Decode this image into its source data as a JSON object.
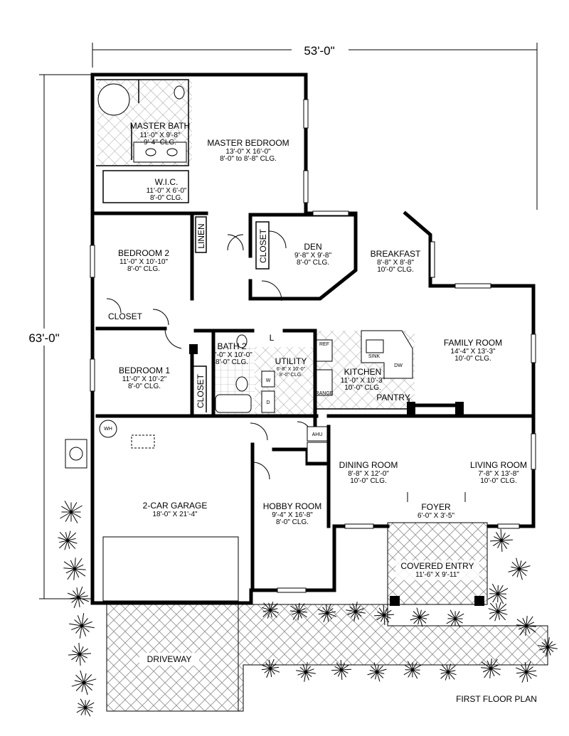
{
  "overall": {
    "width": "53'-0\"",
    "depth": "63'-0\""
  },
  "caption": "FIRST FLOOR PLAN",
  "rooms": {
    "master_bath": {
      "name": "MASTER BATH",
      "dim": "11'-0\" X 9'-8\"",
      "clg": "9'-4\" CLG."
    },
    "master_bedroom": {
      "name": "MASTER BEDROOM",
      "dim": "13'-0\" X 16'-0\"",
      "clg": "8'-0\" to 8'-8\" CLG."
    },
    "wic": {
      "name": "W.I.C.",
      "dim": "11'-0\" X 6'-0\"",
      "clg": "8'-0\" CLG."
    },
    "bedroom2": {
      "name": "BEDROOM 2",
      "dim": "11'-0\" X 10'-10\"",
      "clg": "8'-0\" CLG."
    },
    "den": {
      "name": "DEN",
      "dim": "9'-8\" X 9'-8\"",
      "clg": "8'-0\" CLG."
    },
    "breakfast": {
      "name": "BREAKFAST",
      "dim": "8'-8\" X 8'-8\"",
      "clg": "10'-0\" CLG."
    },
    "family": {
      "name": "FAMILY ROOM",
      "dim": "14'-4\" X 13'-3\"",
      "clg": "10'-0\" CLG."
    },
    "bath2": {
      "name": "BATH 2",
      "dim": "5'-0\" X 10'-0\"",
      "clg": "8'-0\" CLG."
    },
    "utility": {
      "name": "UTILITY",
      "dim": "6'-8\" X 10'-0\"",
      "clg": "8'-0\" CLG."
    },
    "kitchen": {
      "name": "KITCHEN",
      "dim": "11'-0\" X 10'-3\"",
      "clg": "10'-0\" CLG."
    },
    "bedroom1": {
      "name": "BEDROOM 1",
      "dim": "11'-0\" X 10'-2\"",
      "clg": "8'-0\" CLG."
    },
    "dining": {
      "name": "DINING ROOM",
      "dim": "8'-8\" X 12'-0\"",
      "clg": "10'-0\" CLG."
    },
    "living": {
      "name": "LIVING ROOM",
      "dim": "7'-8\" X 13'-8\"",
      "clg": "10'-0\" CLG."
    },
    "foyer": {
      "name": "FOYER",
      "dim": "6'-0\" X 3'-5\""
    },
    "garage": {
      "name": "2-CAR GARAGE",
      "dim": "18'-0\" X 21'-4\""
    },
    "hobby": {
      "name": "HOBBY ROOM",
      "dim": "9'-4\" X 16'-8\"",
      "clg": "8'-0\" CLG."
    },
    "covered_entry": {
      "name": "COVERED ENTRY",
      "dim": "11'-6\" X 9'-11\""
    },
    "driveway": {
      "name": "DRIVEWAY"
    }
  },
  "labels": {
    "linen": "LINEN",
    "closet": "CLOSET",
    "pantry": "PANTRY",
    "ref": "REF",
    "range": "RANGE",
    "sink": "SINK",
    "dw": "DW",
    "wh": "WH",
    "ahu": "AHU",
    "w": "W",
    "d": "D",
    "l": "L"
  },
  "colors": {
    "ink": "#000000",
    "paper": "#ffffff",
    "hatch": "#8a8a8a"
  }
}
